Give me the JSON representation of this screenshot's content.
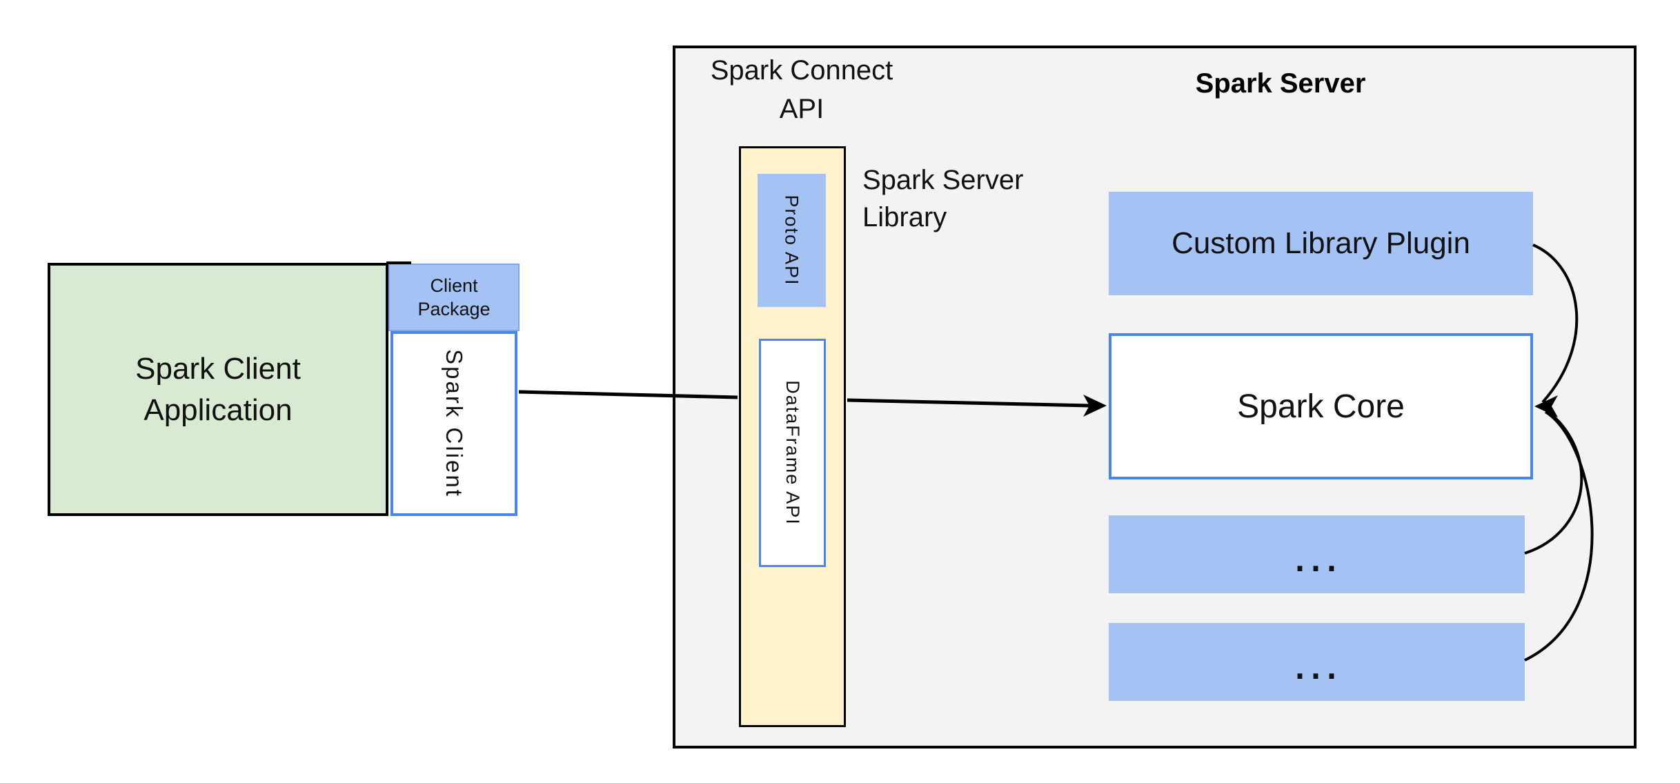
{
  "client_group": {
    "application_label": "Spark Client Application",
    "package_label": "Client Package",
    "client_label": "Spark Client"
  },
  "connect_group": {
    "api_label": "Spark Connect API",
    "proto_label": "Proto API",
    "dataframe_label": "DataFrame API",
    "library_label": "Spark Server Library"
  },
  "server_group": {
    "title": "Spark Server",
    "plugin_label": "Custom Library Plugin",
    "core_label": "Spark Core",
    "ellipsis_boxes": [
      {
        "label": "..."
      },
      {
        "label": "..."
      }
    ]
  },
  "colors": {
    "client_app_fill": "#d9ead3",
    "light_blue_fill": "#a4c2f4",
    "yellow_fill": "#fff2cc",
    "server_container_fill": "#f3f3f3",
    "blue_border": "#4a86e8",
    "outline_black": "#000000"
  }
}
